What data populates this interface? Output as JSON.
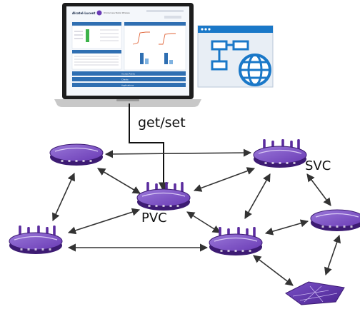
{
  "labels": {
    "get_set": "get/set",
    "pvc": "PVC",
    "svc": "SVC"
  },
  "laptop_screen": {
    "brand": "Alcatel-Lucent",
    "product": "OmniAccess Stellar Wireless",
    "section_labels": [
      "Access Points",
      "Clients",
      "Applications"
    ]
  },
  "colors": {
    "ap_purple": "#5b2c9e",
    "ap_light": "#8a63cf",
    "ap_dark": "#3d1b73",
    "arrow": "#333333",
    "screen_blue": "#2f6fb2",
    "web_icon_blue": "#1a78c8"
  },
  "nodes": [
    {
      "id": "ap-left-top",
      "icon": "access-point-icon"
    },
    {
      "id": "ap-pvc",
      "icon": "access-point-icon"
    },
    {
      "id": "ap-svc",
      "icon": "access-point-icon"
    },
    {
      "id": "ap-left-bottom",
      "icon": "access-point-icon"
    },
    {
      "id": "ap-center-bottom",
      "icon": "access-point-icon"
    },
    {
      "id": "ap-right",
      "icon": "access-point-icon"
    },
    {
      "id": "ap-bottom-flat",
      "icon": "flat-access-point-icon"
    }
  ],
  "edges": [
    [
      "ap-left-top",
      "ap-pvc"
    ],
    [
      "ap-left-top",
      "ap-svc"
    ],
    [
      "ap-left-top",
      "ap-left-bottom"
    ],
    [
      "ap-pvc",
      "ap-svc"
    ],
    [
      "ap-pvc",
      "ap-left-bottom"
    ],
    [
      "ap-pvc",
      "ap-center-bottom"
    ],
    [
      "ap-svc",
      "ap-center-bottom"
    ],
    [
      "ap-svc",
      "ap-right"
    ],
    [
      "ap-left-bottom",
      "ap-center-bottom"
    ],
    [
      "ap-center-bottom",
      "ap-right"
    ],
    [
      "ap-center-bottom",
      "ap-bottom-flat"
    ],
    [
      "ap-right",
      "ap-bottom-flat"
    ]
  ]
}
